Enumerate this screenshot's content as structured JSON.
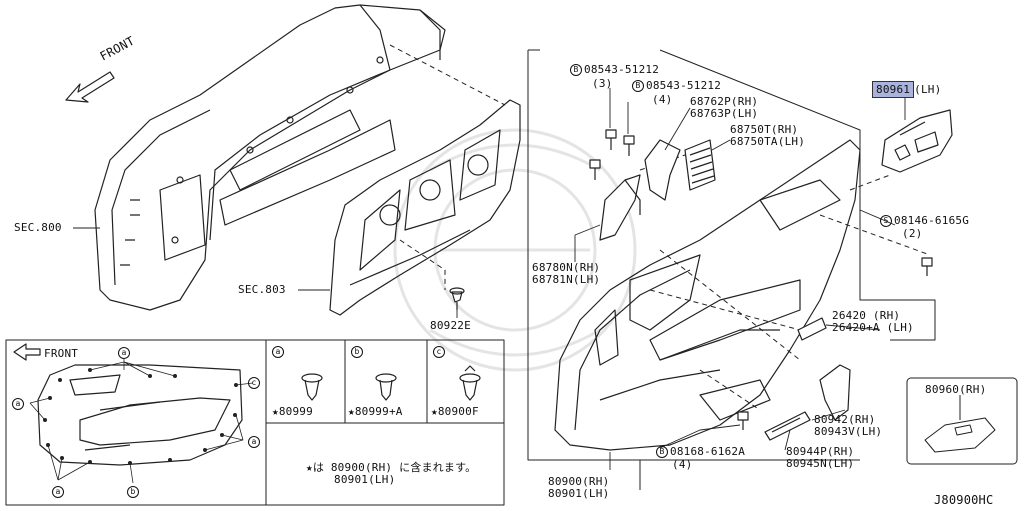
{
  "front_label": "FRONT",
  "sec800": "SEC.800",
  "sec803": "SEC.803",
  "p80922e": "80922E",
  "bolt_a": {
    "code": "08543-51212",
    "qty": "(3)",
    "mark": "B"
  },
  "bolt_b": {
    "code": "08543-51212",
    "qty": "(4)",
    "mark": "B"
  },
  "p68762": [
    "68762P(RH)",
    "68763P(LH)"
  ],
  "p68750": [
    "68750T(RH)",
    "68750TA(LH)"
  ],
  "p68780": [
    "68780N(RH)",
    "68781N(LH)"
  ],
  "p80961": {
    "num": "80961",
    "side": "(LH)"
  },
  "screw_s": {
    "code": "08146-6165G",
    "qty": "(2)",
    "mark": "S"
  },
  "p26420": [
    "26420 (RH)",
    "26420+A (LH)"
  ],
  "p80942": [
    "80942(RH)",
    "80943V(LH)"
  ],
  "p80944": [
    "80944P(RH)",
    "80945N(LH)"
  ],
  "bolt_c": {
    "code": "08168-6162A",
    "qty": "(4)",
    "mark": "B"
  },
  "p80900": [
    "80900(RH)",
    "80901(LH)"
  ],
  "p80960": "80960(RH)",
  "inset": {
    "front": "FRONT",
    "clips": [
      {
        "mark": "a",
        "part": "80999"
      },
      {
        "mark": "b",
        "part": "80999+A"
      },
      {
        "mark": "c",
        "part": "80900F"
      }
    ],
    "note_line1_a": "は 80900(RH) ",
    "note_line1_b": "に含まれます。",
    "note_line2": "80901(LH)",
    "star": "★"
  },
  "diagram_id": "J80900HC"
}
